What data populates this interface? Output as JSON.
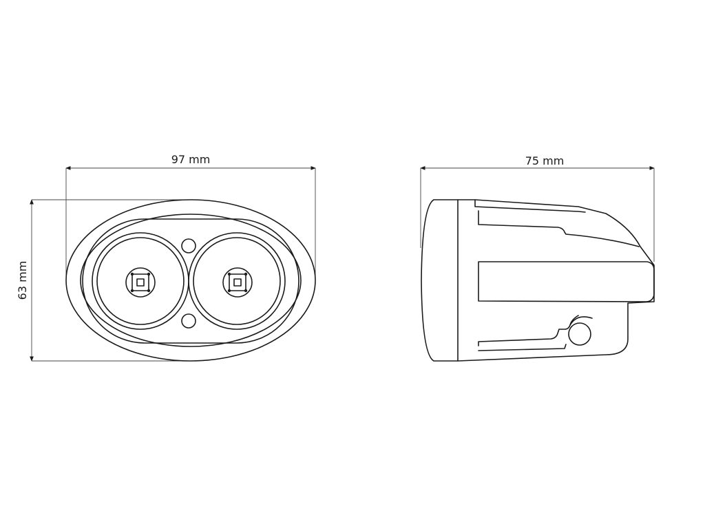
{
  "dimensions": {
    "front_width": "97 mm",
    "front_height": "63 mm",
    "side_depth": "75 mm"
  },
  "colors": {
    "line": "#1a1a1a",
    "background": "#ffffff"
  }
}
